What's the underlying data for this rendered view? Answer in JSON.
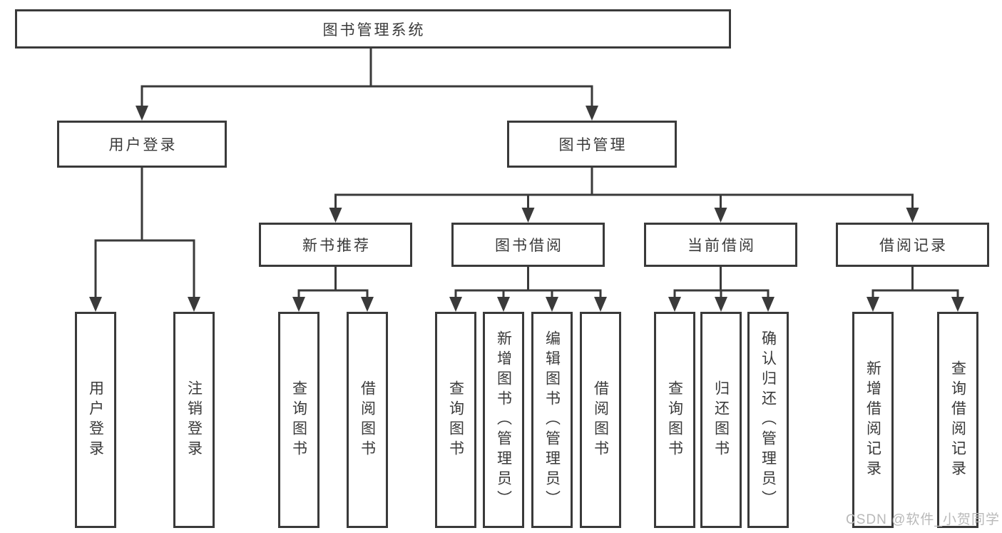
{
  "diagram": {
    "type": "hierarchy-tree",
    "nodes": {
      "root": "图书管理系统",
      "user_login": "用户登录",
      "book_mgmt": "图书管理",
      "new_book_rec": "新书推荐",
      "book_borrow": "图书借阅",
      "current_borrow": "当前借阅",
      "borrow_records": "借阅记录",
      "ul_user_login": "用户登录",
      "ul_logout": "注销登录",
      "nb_query_book": "查询图书",
      "nb_borrow_book": "借阅图书",
      "bb_query_book": "查询图书",
      "bb_add_book": "新增图书（管理员）",
      "bb_edit_book": "编辑图书（管理员）",
      "bb_borrow_book": "借阅图书",
      "cb_query_book": "查询图书",
      "cb_return_book": "归还图书",
      "cb_confirm_return": "确认归还（管理员）",
      "br_add_record": "新增借阅记录",
      "br_query_record": "查询借阅记录"
    },
    "structure": {
      "root": [
        "user_login",
        "book_mgmt"
      ],
      "user_login": [
        "ul_user_login",
        "ul_logout"
      ],
      "book_mgmt": [
        "new_book_rec",
        "book_borrow",
        "current_borrow",
        "borrow_records"
      ],
      "new_book_rec": [
        "nb_query_book",
        "nb_borrow_book"
      ],
      "book_borrow": [
        "bb_query_book",
        "bb_add_book",
        "bb_edit_book",
        "bb_borrow_book"
      ],
      "current_borrow": [
        "cb_query_book",
        "cb_return_book",
        "cb_confirm_return"
      ],
      "borrow_records": [
        "br_add_record",
        "br_query_record"
      ]
    },
    "colors": {
      "line": "#3a3a3a",
      "text": "#3a3a3a",
      "box_background": "#ffffff",
      "page_background": "#ffffff",
      "watermark": "#b9b9b9"
    }
  },
  "watermark": "CSDN @软件_小贺同学"
}
